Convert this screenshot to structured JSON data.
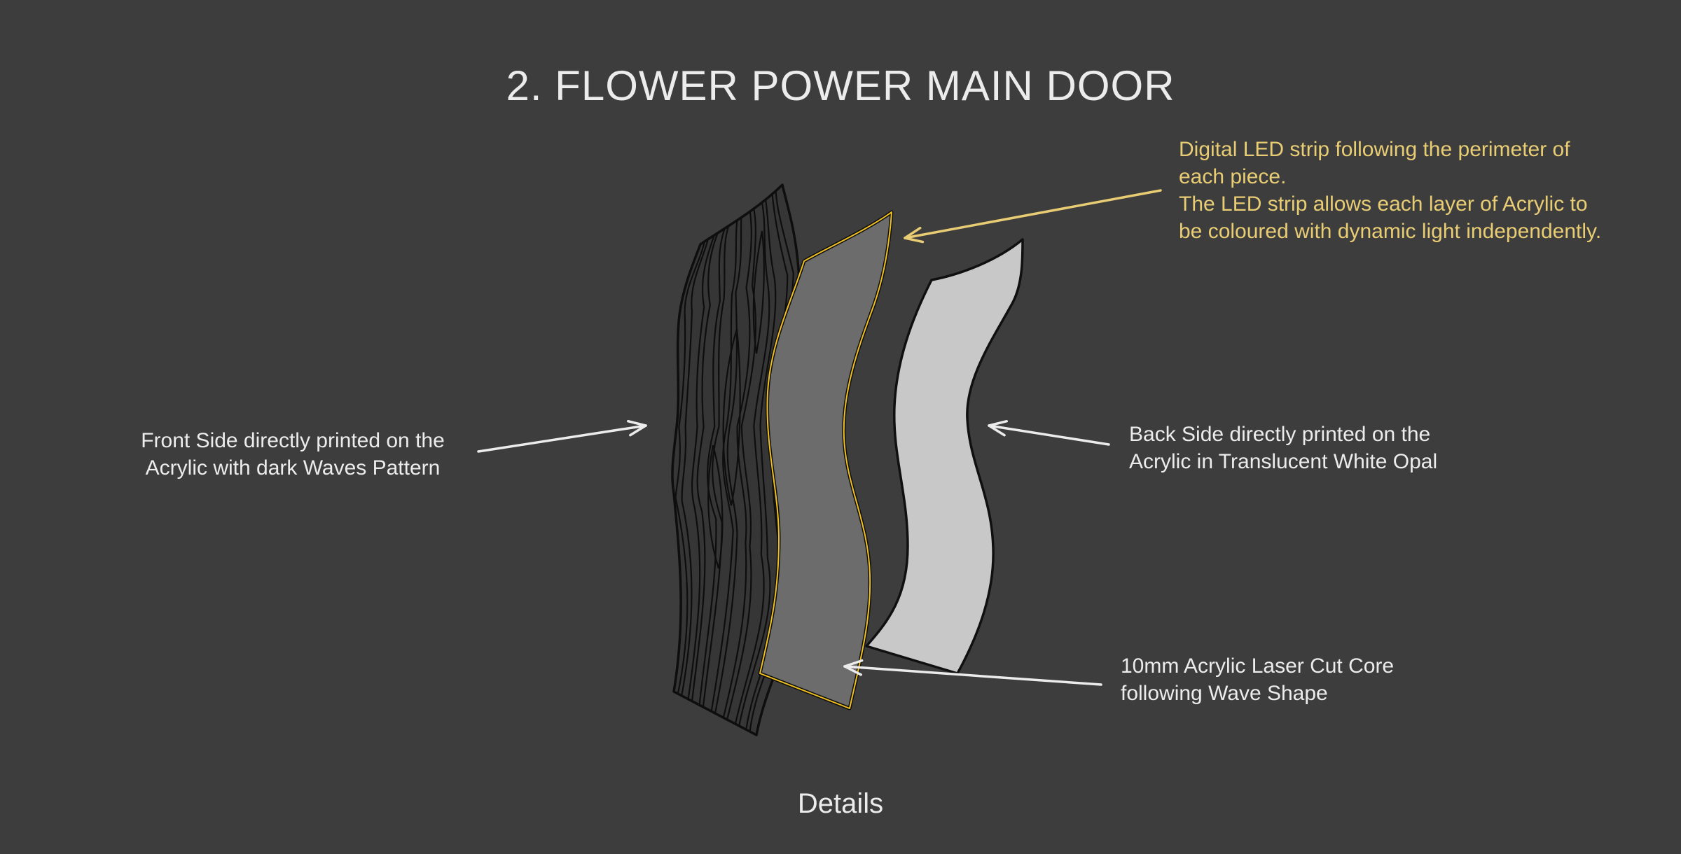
{
  "slide": {
    "title": "2. FLOWER POWER MAIN DOOR",
    "footer": "Details"
  },
  "annotations": {
    "led_note": "Digital LED strip following the perimeter of\neach piece.\nThe LED strip allows each layer of Acrylic to\nbe coloured with dynamic light independently.",
    "front_note": "Front Side directly printed on the\nAcrylic with dark Waves Pattern",
    "back_note": "Back Side directly printed on the\nAcrylic in Translucent White Opal",
    "core_note": "10mm Acrylic Laser Cut Core\nfollowing Wave Shape"
  },
  "colors": {
    "background": "#3d3d3d",
    "text": "#ececec",
    "accent_yellow": "#e9cd74",
    "led_yellow": "#f0c020",
    "front_layer": "#363636",
    "core_layer": "#6c6c6c",
    "back_layer": "#c8c8c8"
  }
}
